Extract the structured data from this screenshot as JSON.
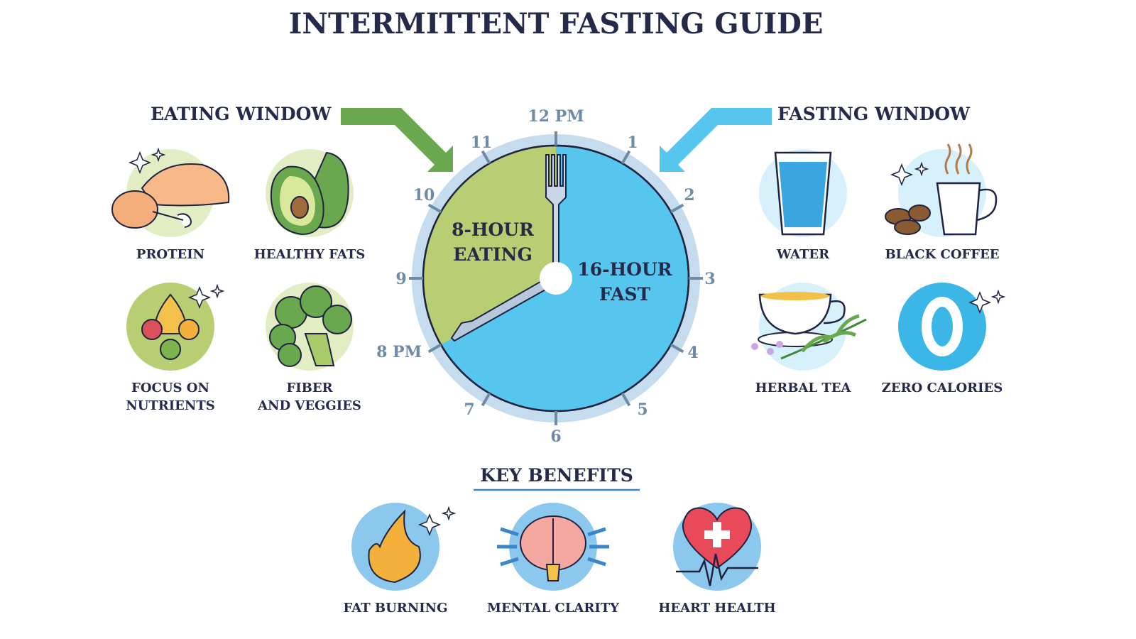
{
  "title": "INTERMITTENT FASTING GUIDE",
  "eating_window": {
    "heading": "EATING WINDOW",
    "items": [
      {
        "label": "PROTEIN",
        "icon": "chicken-icon"
      },
      {
        "label": "HEALTHY FATS",
        "icon": "avocado-icon"
      },
      {
        "label": "FOCUS ON",
        "label2": "NUTRIENTS",
        "icon": "nutrient-drop-icon"
      },
      {
        "label": "FIBER",
        "label2": "AND VEGGIES",
        "icon": "broccoli-icon"
      }
    ]
  },
  "fasting_window": {
    "heading": "FASTING WINDOW",
    "items": [
      {
        "label": "WATER",
        "icon": "water-glass-icon"
      },
      {
        "label": "BLACK COFFEE",
        "icon": "coffee-cup-icon"
      },
      {
        "label": "HERBAL TEA",
        "icon": "tea-cup-icon"
      },
      {
        "label": "ZERO CALORIES",
        "icon": "zero-icon"
      }
    ]
  },
  "clock": {
    "eating_label_1": "8-HOUR",
    "eating_label_2": "EATING",
    "fasting_label_1": "16-HOUR",
    "fasting_label_2": "FAST",
    "eating_hours": 8,
    "fasting_hours": 16,
    "numbers": [
      "12 PM",
      "1",
      "2",
      "3",
      "4",
      "5",
      "6",
      "7",
      "8 PM",
      "9",
      "10",
      "11"
    ],
    "colors": {
      "eating": "#b9cd72",
      "fasting": "#56c6ee",
      "ring": "#c4dcee"
    }
  },
  "benefits": {
    "heading": "KEY BENEFITS",
    "items": [
      {
        "label": "FAT BURNING",
        "icon": "flame-icon"
      },
      {
        "label": "MENTAL CLARITY",
        "icon": "brain-icon"
      },
      {
        "label": "HEART HEALTH",
        "icon": "heart-icon"
      }
    ]
  }
}
